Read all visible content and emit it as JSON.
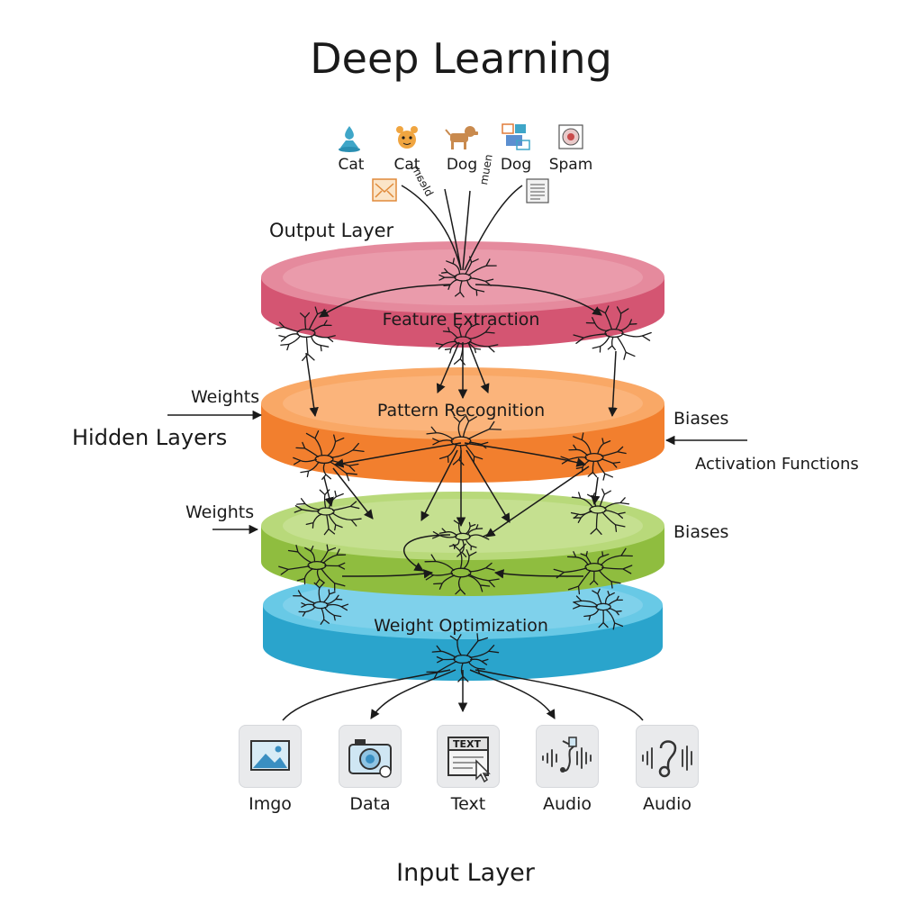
{
  "title": "Deep Learning",
  "output_layer_label": "Output Layer",
  "hidden_layers_label": "Hidden Layers",
  "input_layer_label": "Input Layer",
  "outputs": [
    "Cat",
    "Cat",
    "Dog",
    "Dog",
    "Spam"
  ],
  "mirrored_labels": [
    "bleam",
    "muen"
  ],
  "layers": {
    "feature": "Feature Extraction",
    "pattern": "Pattern Recognition",
    "weight_opt": "Weight Optimization"
  },
  "side_labels": {
    "weights_1": "Weights",
    "weights_2": "Weights",
    "biases_1": "Biases",
    "biases_2": "Biases",
    "activation": "Activation Functions"
  },
  "inputs": [
    "Imgo",
    "Data",
    "Text",
    "Audio",
    "Audio"
  ],
  "text_icon_label": "TEXT",
  "colors": {
    "output_layer": "#d9607a",
    "hidden_orange": "#f58a3a",
    "hidden_green": "#9cc84e",
    "input_blue": "#35b2d8"
  }
}
